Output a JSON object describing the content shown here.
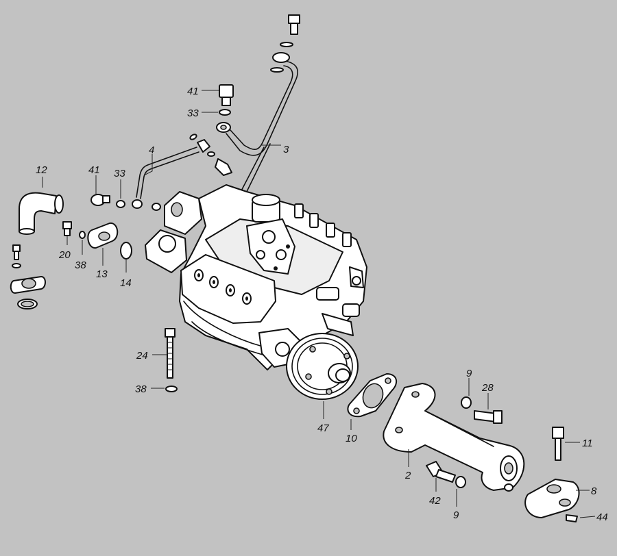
{
  "callouts": {
    "c1": "3",
    "c2": "4",
    "c3": "41",
    "c4": "33",
    "c5": "12",
    "c6": "41",
    "c7": "33",
    "c8": "20",
    "c9": "38",
    "c10": "13",
    "c11": "14",
    "c12": "24",
    "c13": "38",
    "c14": "47",
    "c15": "10",
    "c16": "9",
    "c17": "28",
    "c18": "2",
    "c19": "11",
    "c20": "42",
    "c21": "9",
    "c22": "8",
    "c23": "44"
  }
}
